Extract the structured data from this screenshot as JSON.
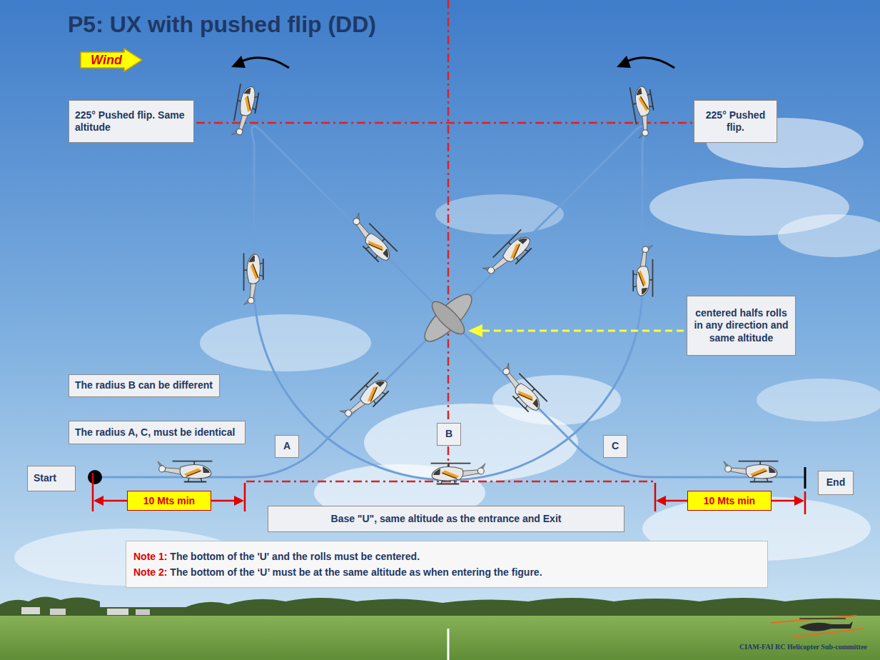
{
  "diagram": {
    "title": "P5: UX with pushed flip (DD)",
    "nodes": [
      {
        "text": [
          "Wind"
        ]
      },
      {
        "text": [
          "225° Pushed flip. Same altitude"
        ]
      },
      {
        "text": [
          "225° Pushed flip."
        ]
      },
      {
        "text": [
          "centered halfs rolls in any direction and same altitude"
        ]
      },
      {
        "text": [
          "The radius B can be different"
        ]
      },
      {
        "text": [
          "The radius A, C, must be identical"
        ]
      },
      {
        "text": [
          "A"
        ]
      },
      {
        "text": [
          "B"
        ]
      },
      {
        "text": [
          "C"
        ]
      },
      {
        "text": [
          "Start"
        ]
      },
      {
        "text": [
          "End"
        ]
      },
      {
        "text": [
          "10 Mts min"
        ]
      },
      {
        "text": [
          "10 Mts min"
        ]
      },
      {
        "text": [
          "Base \"U\", same altitude as the entrance and Exit"
        ]
      },
      {
        "text": [
          "Note 1:",
          "The bottom of the 'U' and the rolls must be centered.",
          "Note 2:",
          "The bottom of the ‘U’ must be at the same altitude as when entering the figure."
        ]
      }
    ],
    "labels": [
      "CIAM-FAI RC Helicopter Sub-committee"
    ]
  }
}
